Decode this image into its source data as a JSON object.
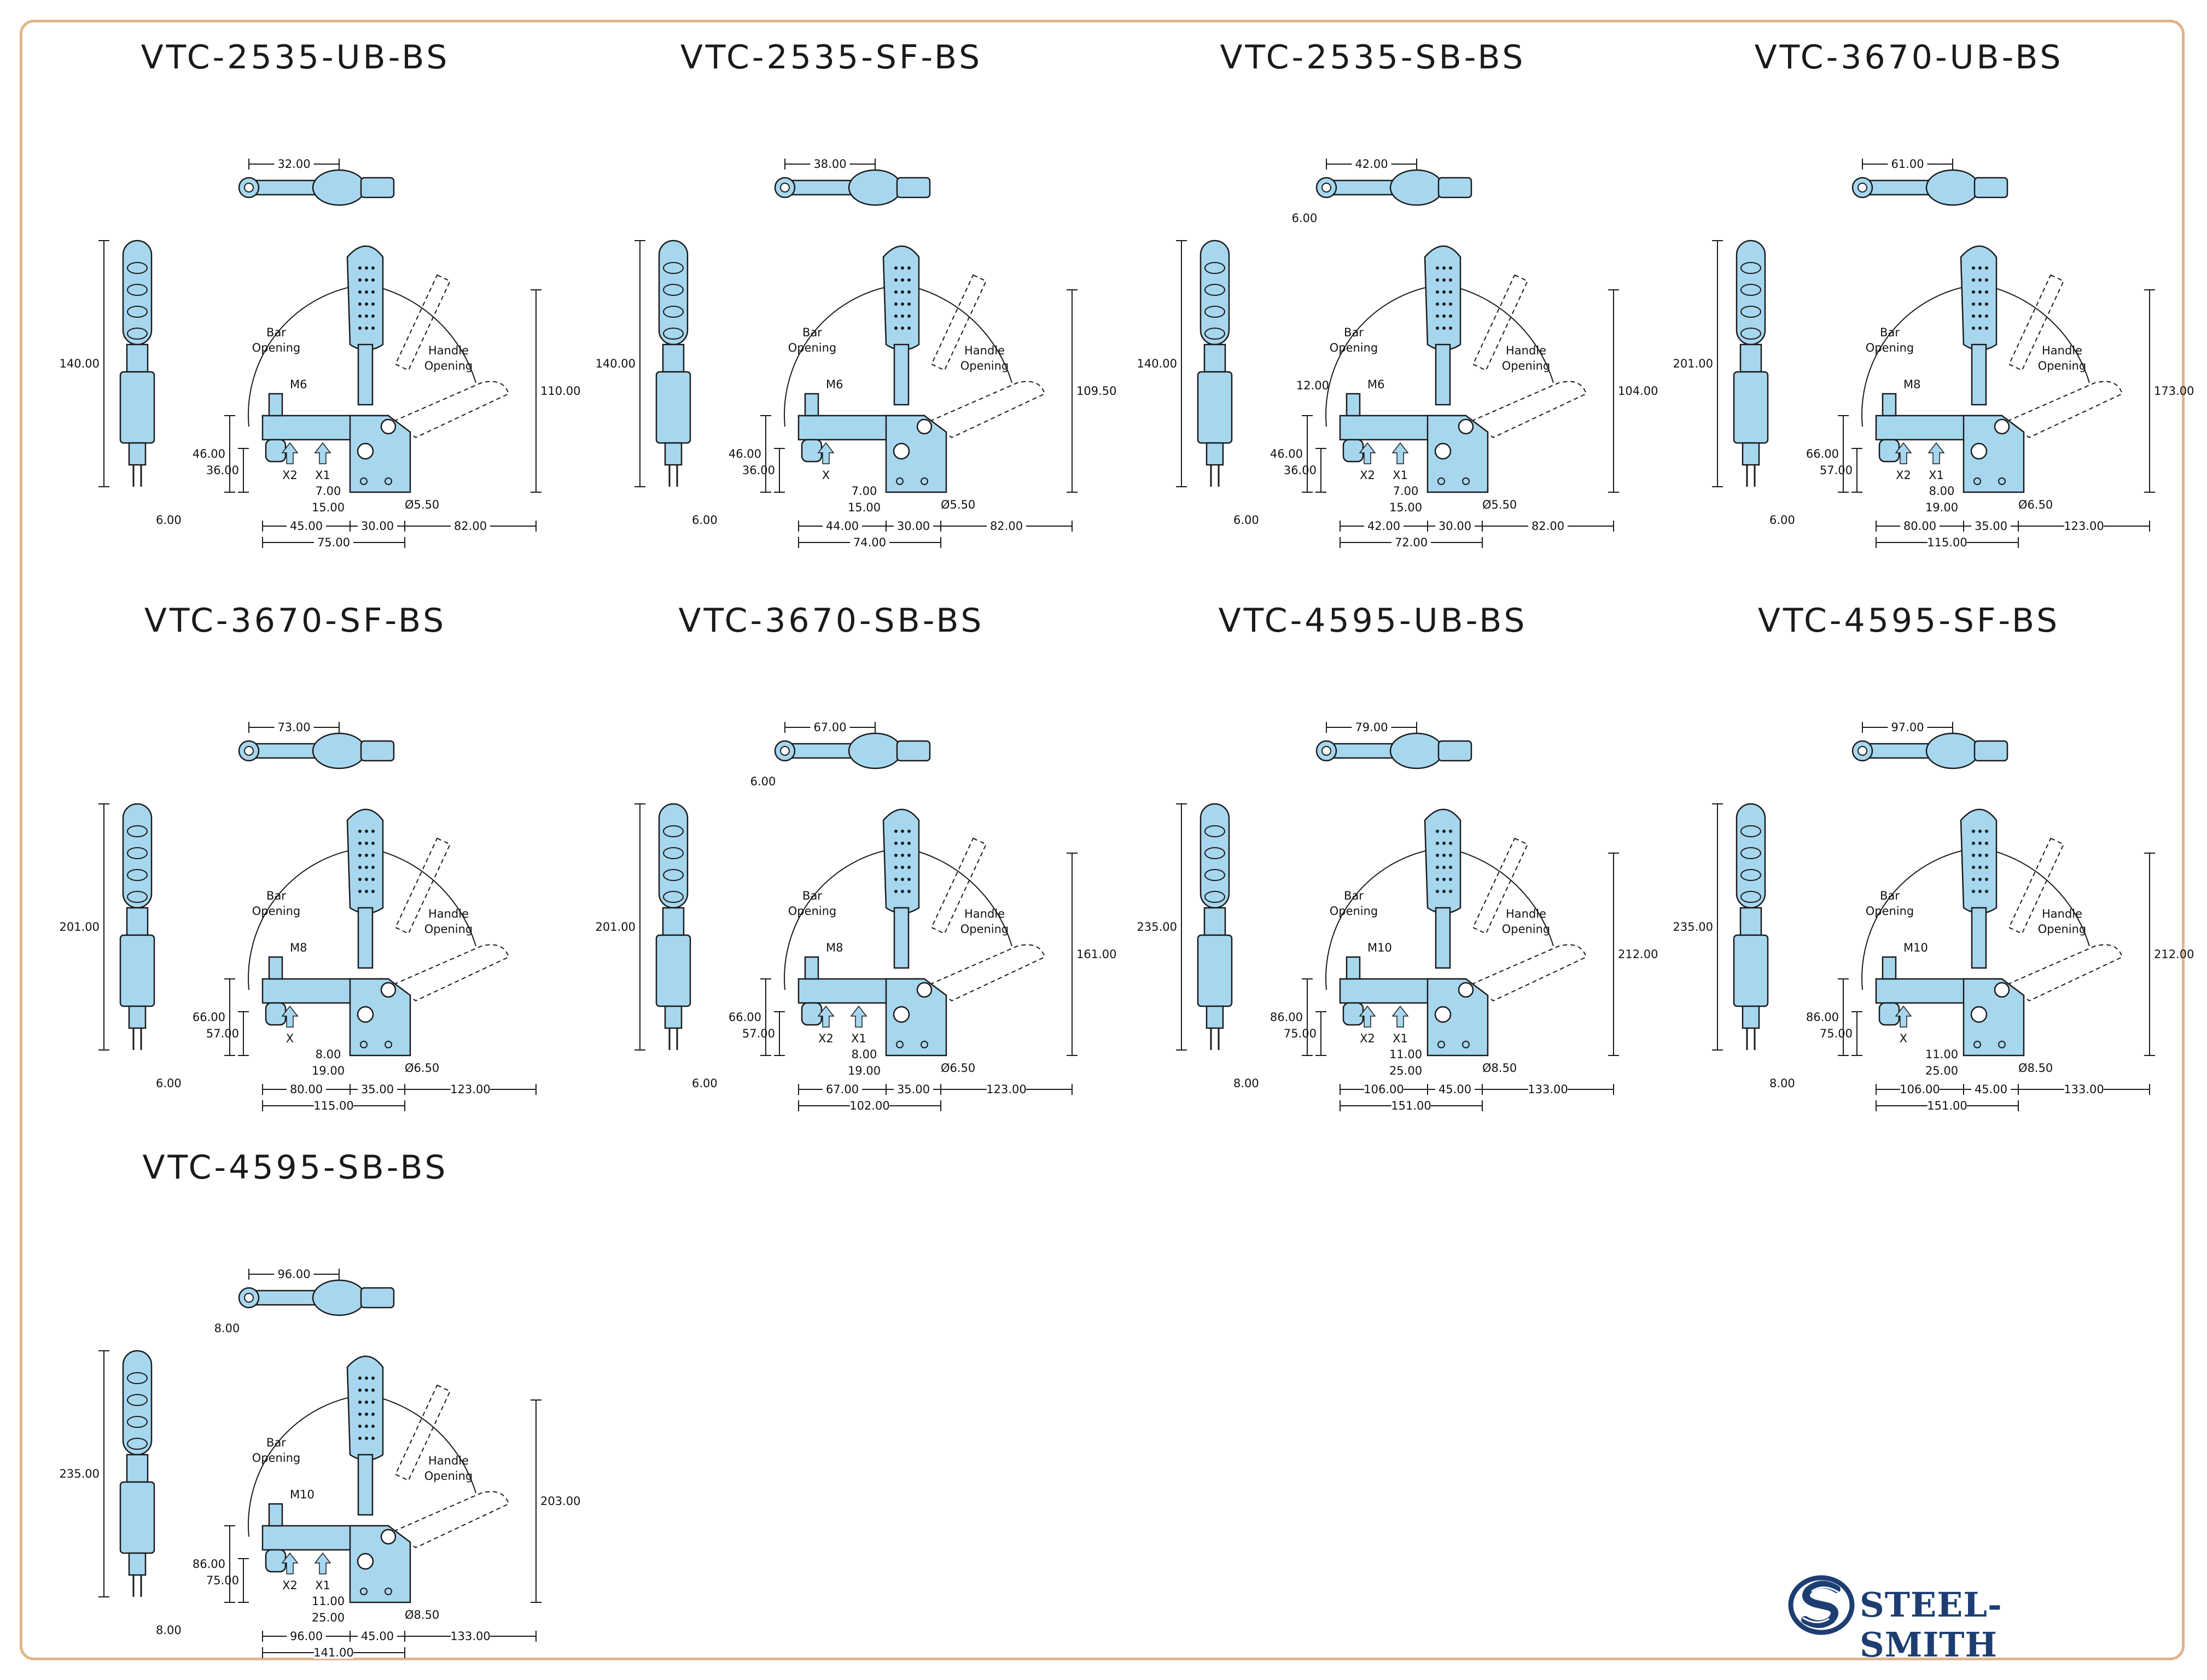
{
  "colors": {
    "part_fill": "#a7d7ef",
    "outline": "#1a1a1a",
    "border": "#e0b48c",
    "brand": "#1d3e73"
  },
  "brand": {
    "name": "STEEL-SMITH",
    "icon": "steel-smith-logo-icon"
  },
  "common_labels": {
    "bar_opening": [
      "Bar",
      "Opening"
    ],
    "handle_opening": [
      "Handle",
      "Opening"
    ]
  },
  "models": [
    {
      "title": "VTC-2535-UB-BS",
      "variant": "UB",
      "thread": "M6",
      "hole": "Ø5.50",
      "top_dim": "32.00",
      "height": "140.00",
      "reach_h": "110.00",
      "bar_h": "46.00",
      "spindle_h": "36.00",
      "offset_a": "7.00",
      "offset_b": "15.00",
      "dim_left": "45.00",
      "dim_mid": "30.00",
      "dim_right": "82.00",
      "dim_total": "75.00",
      "width_small": "6.00",
      "arrows": [
        "X2",
        "X1"
      ]
    },
    {
      "title": "VTC-2535-SF-BS",
      "variant": "SF",
      "thread": "M6",
      "hole": "Ø5.50",
      "top_dim": "38.00",
      "height": "140.00",
      "reach_h": "109.50",
      "bar_h": "46.00",
      "spindle_h": "36.00",
      "offset_a": "7.00",
      "offset_b": "15.00",
      "dim_left": "44.00",
      "dim_mid": "30.00",
      "dim_right": "82.00",
      "dim_total": "74.00",
      "width_small": "6.00",
      "arrows": [
        "X"
      ]
    },
    {
      "title": "VTC-2535-SB-BS",
      "variant": "SB",
      "thread": "M6",
      "hole": "Ø5.50",
      "top_dim": "42.00",
      "top_small": "6.00",
      "height": "140.00",
      "reach_h": "104.00",
      "bar_h": "46.00",
      "bar_t": "12.00",
      "spindle_h": "36.00",
      "offset_a": "7.00",
      "offset_b": "15.00",
      "dim_left": "42.00",
      "dim_mid": "30.00",
      "dim_right": "82.00",
      "dim_total": "72.00",
      "width_small": "6.00",
      "arrows": [
        "X2",
        "X1"
      ]
    },
    {
      "title": "VTC-3670-UB-BS",
      "variant": "UB",
      "thread": "M8",
      "hole": "Ø6.50",
      "top_dim": "61.00",
      "height": "201.00",
      "reach_h": "173.00",
      "bar_h": "66.00",
      "spindle_h": "57.00",
      "offset_a": "8.00",
      "offset_b": "19.00",
      "dim_left": "80.00",
      "dim_mid": "35.00",
      "dim_right": "123.00",
      "dim_total": "115.00",
      "width_small": "6.00",
      "arrows": [
        "X2",
        "X1"
      ]
    },
    {
      "title": "VTC-3670-SF-BS",
      "variant": "SF",
      "thread": "M8",
      "hole": "Ø6.50",
      "top_dim": "73.00",
      "height": "201.00",
      "reach_h": "",
      "bar_h": "66.00",
      "spindle_h": "57.00",
      "offset_a": "8.00",
      "offset_b": "19.00",
      "dim_left": "80.00",
      "dim_mid": "35.00",
      "dim_right": "123.00",
      "dim_total": "115.00",
      "width_small": "6.00",
      "arrows": [
        "X"
      ]
    },
    {
      "title": "VTC-3670-SB-BS",
      "variant": "SB",
      "thread": "M8",
      "hole": "Ø6.50",
      "top_dim": "67.00",
      "top_small": "6.00",
      "height": "201.00",
      "reach_h": "161.00",
      "bar_h": "66.00",
      "spindle_h": "57.00",
      "offset_a": "8.00",
      "offset_b": "19.00",
      "dim_left": "67.00",
      "dim_mid": "35.00",
      "dim_right": "123.00",
      "dim_total": "102.00",
      "width_small": "6.00",
      "arrows": [
        "X2",
        "X1"
      ]
    },
    {
      "title": "VTC-4595-UB-BS",
      "variant": "UB",
      "thread": "M10",
      "hole": "Ø8.50",
      "top_dim": "79.00",
      "height": "235.00",
      "reach_h": "212.00",
      "bar_h": "86.00",
      "spindle_h": "75.00",
      "offset_a": "11.00",
      "offset_b": "25.00",
      "dim_left": "106.00",
      "dim_mid": "45.00",
      "dim_right": "133.00",
      "dim_total": "151.00",
      "width_small": "8.00",
      "arrows": [
        "X2",
        "X1"
      ]
    },
    {
      "title": "VTC-4595-SF-BS",
      "variant": "SF",
      "thread": "M10",
      "hole": "Ø8.50",
      "top_dim": "97.00",
      "height": "235.00",
      "reach_h": "212.00",
      "bar_h": "86.00",
      "spindle_h": "75.00",
      "offset_a": "11.00",
      "offset_b": "25.00",
      "dim_left": "106.00",
      "dim_mid": "45.00",
      "dim_right": "133.00",
      "dim_total": "151.00",
      "width_small": "8.00",
      "arrows": [
        "X"
      ]
    },
    {
      "title": "VTC-4595-SB-BS",
      "variant": "SB",
      "thread": "M10",
      "hole": "Ø8.50",
      "top_dim": "96.00",
      "top_small": "8.00",
      "height": "235.00",
      "reach_h": "203.00",
      "bar_h": "86.00",
      "spindle_h": "75.00",
      "offset_a": "11.00",
      "offset_b": "25.00",
      "dim_left": "96.00",
      "dim_mid": "45.00",
      "dim_right": "133.00",
      "dim_total": "141.00",
      "width_small": "8.00",
      "arrows": [
        "X2",
        "X1"
      ]
    }
  ]
}
